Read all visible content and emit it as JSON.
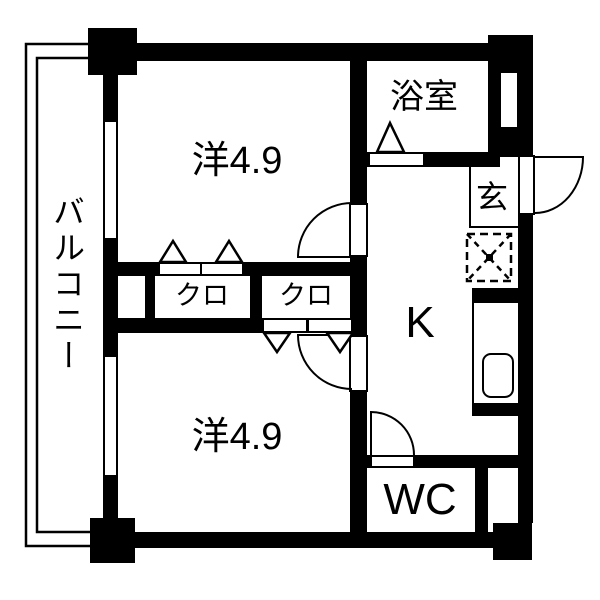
{
  "colors": {
    "wall": "#000000",
    "floor": "#ffffff"
  },
  "rooms": {
    "balcony": {
      "label": "バルコニー"
    },
    "western_top": {
      "label": "洋4.9"
    },
    "western_bottom": {
      "label": "洋4.9"
    },
    "bathroom": {
      "label": "浴室"
    },
    "entrance": {
      "label": "玄"
    },
    "closet_left": {
      "label": "クロ"
    },
    "closet_right": {
      "label": "クロ"
    },
    "kitchen": {
      "label": "K"
    },
    "wc": {
      "label": "WC"
    }
  }
}
